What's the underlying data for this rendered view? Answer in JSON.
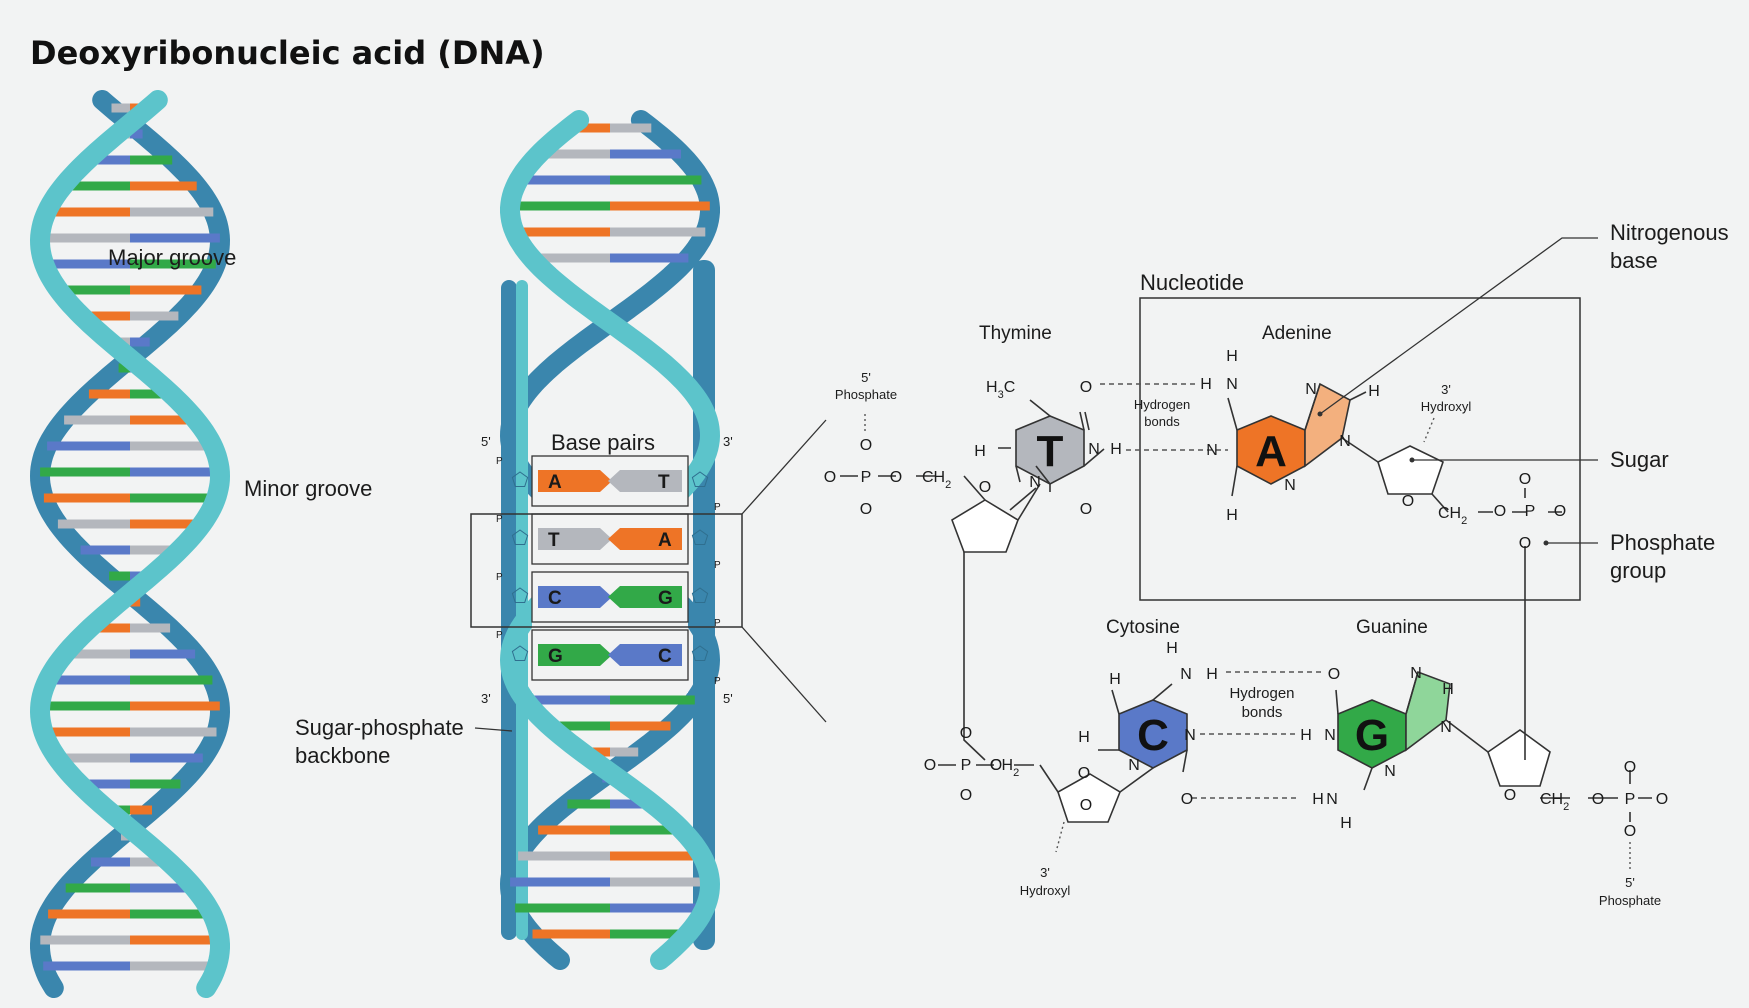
{
  "title": "Deoxyribonucleic acid (DNA)",
  "colors": {
    "background": "#f2f3f3",
    "strand_light": "#5cc4cb",
    "strand_dark": "#3a86ad",
    "adenine": "#ee7426",
    "adenine_ring": "#f3b07e",
    "thymine": "#b4b7bd",
    "cytosine": "#5a79c8",
    "guanine": "#32a948",
    "guanine_ring": "#8fd69a"
  },
  "left_helix": {
    "labels": {
      "major_groove": "Major groove",
      "minor_groove": "Minor groove"
    }
  },
  "middle_helix": {
    "base_pairs_title": "Base pairs",
    "backbone_label": "Sugar-phosphate backbone",
    "backbone_label_lines": [
      "Sugar-phosphate",
      "backbone"
    ],
    "strand_end_labels": {
      "top_left": "5'",
      "top_right": "3'",
      "bottom_left": "3'",
      "bottom_right": "5'"
    },
    "phosphate_marker": "P",
    "pairs": [
      {
        "left": "A",
        "right": "T",
        "left_color": "#ee7426",
        "right_color": "#b4b7bd"
      },
      {
        "left": "T",
        "right": "A",
        "left_color": "#b4b7bd",
        "right_color": "#ee7426"
      },
      {
        "left": "C",
        "right": "G",
        "left_color": "#5a79c8",
        "right_color": "#32a948"
      },
      {
        "left": "G",
        "right": "C",
        "left_color": "#32a948",
        "right_color": "#5a79c8"
      }
    ]
  },
  "chemistry": {
    "nucleotide_label": "Nucleotide",
    "bases": {
      "thymine": "Thymine",
      "adenine": "Adenine",
      "cytosine": "Cytosine",
      "guanine": "Guanine"
    },
    "base_letters": {
      "thymine": "T",
      "adenine": "A",
      "cytosine": "C",
      "guanine": "G"
    },
    "hydrogen_bonds_lines": [
      "Hydrogen",
      "bonds"
    ],
    "hydroxyl_3_lines": [
      "3'",
      "Hydroxyl"
    ],
    "phosphate_5_lines": [
      "5'",
      "Phosphate"
    ],
    "callouts": {
      "nitrogenous_base_lines": [
        "Nitrogenous",
        "base"
      ],
      "sugar": "Sugar",
      "phosphate_group_lines": [
        "Phosphate",
        "group"
      ]
    },
    "atoms": {
      "H": "H",
      "N": "N",
      "O": "O",
      "P": "P",
      "H3C": "H",
      "CH2": "CH",
      "sub3": "3",
      "sub2": "2"
    }
  }
}
